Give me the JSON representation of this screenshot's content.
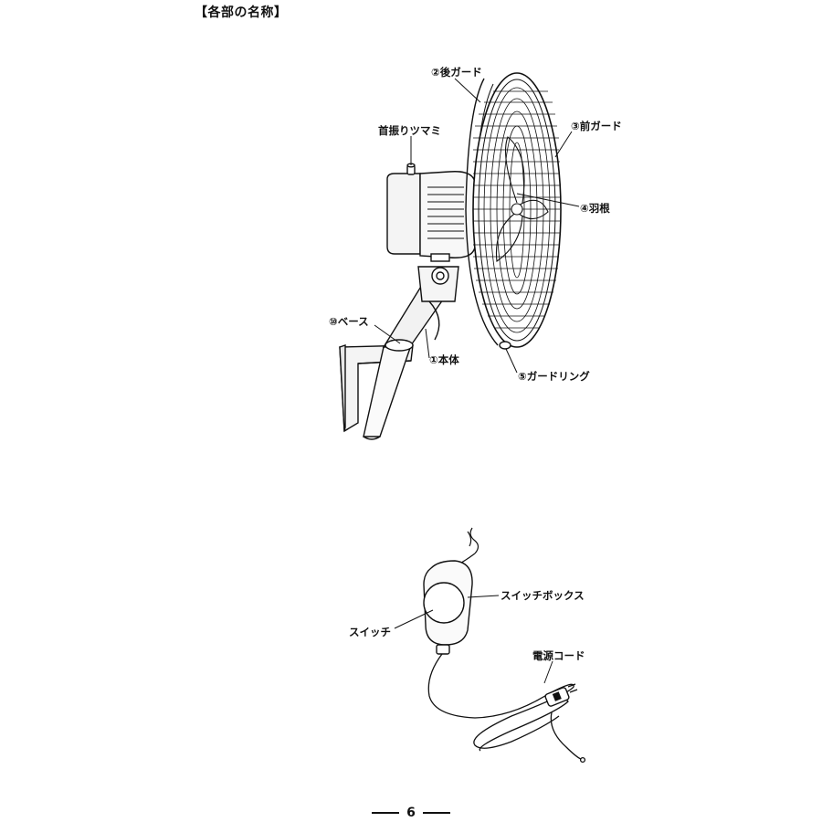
{
  "heading": "【各部の名称】",
  "fan_labels": {
    "rear_guard": "②後ガード",
    "oscillation_knob": "首振りツマミ",
    "front_guard": "③前ガード",
    "blade": "④羽根",
    "base": "⑩ベース",
    "body": "①本体",
    "guard_ring": "⑤ガードリング"
  },
  "switch_labels": {
    "switch_box": "スイッチボックス",
    "switch": "スイッチ",
    "power_cord": "電源コード"
  },
  "page_number": "6"
}
